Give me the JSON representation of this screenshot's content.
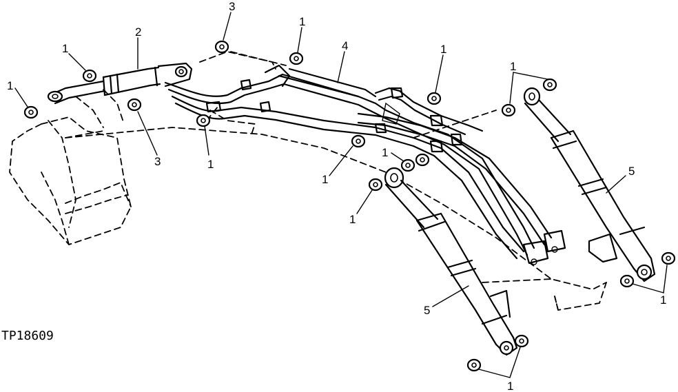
{
  "figure_code": "TP18609",
  "callouts": {
    "washer": "1",
    "bucket_cylinder": "2",
    "arm_pivot_washer": "3",
    "arm": "4",
    "boom_cylinder": "5"
  }
}
